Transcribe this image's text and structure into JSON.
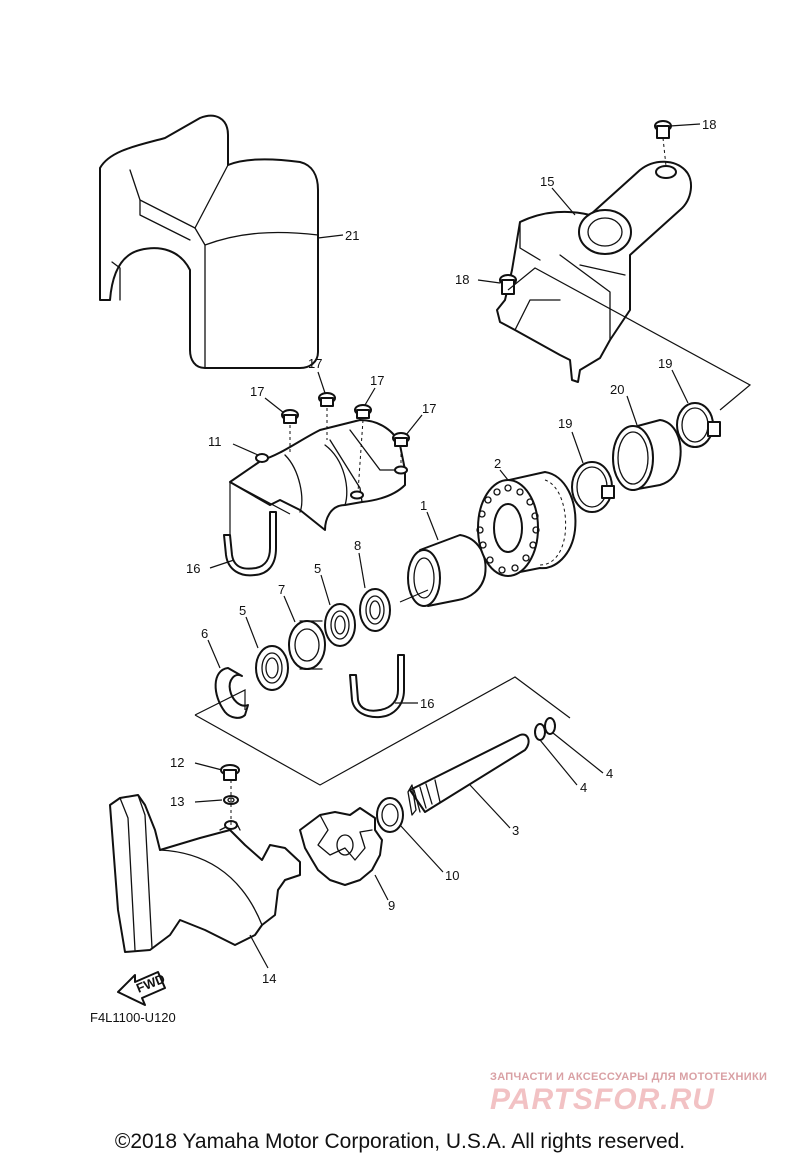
{
  "diagram": {
    "callouts": {
      "p1": "1",
      "p2": "2",
      "p3": "3",
      "p4a": "4",
      "p4b": "4",
      "p5a": "5",
      "p5b": "5",
      "p6": "6",
      "p7": "7",
      "p8": "8",
      "p9": "9",
      "p10": "10",
      "p11": "11",
      "p12": "12",
      "p13": "13",
      "p14": "14",
      "p15": "15",
      "p16a": "16",
      "p16b": "16",
      "p17a": "17",
      "p17b": "17",
      "p17c": "17",
      "p17d": "17",
      "p18a": "18",
      "p18b": "18",
      "p19a": "19",
      "p19b": "19",
      "p20": "20",
      "p21": "21"
    },
    "fwd_label": "FWD",
    "code": "F4L1100-U120"
  },
  "watermark": {
    "tagline": "ЗАПЧАСТИ И АКСЕССУАРЫ ДЛЯ МОТОТЕХНИКИ",
    "logo": "PARTSFOR.RU"
  },
  "footer": {
    "copyright": "©2018 Yamaha Motor Corporation, U.S.A. All rights reserved."
  }
}
